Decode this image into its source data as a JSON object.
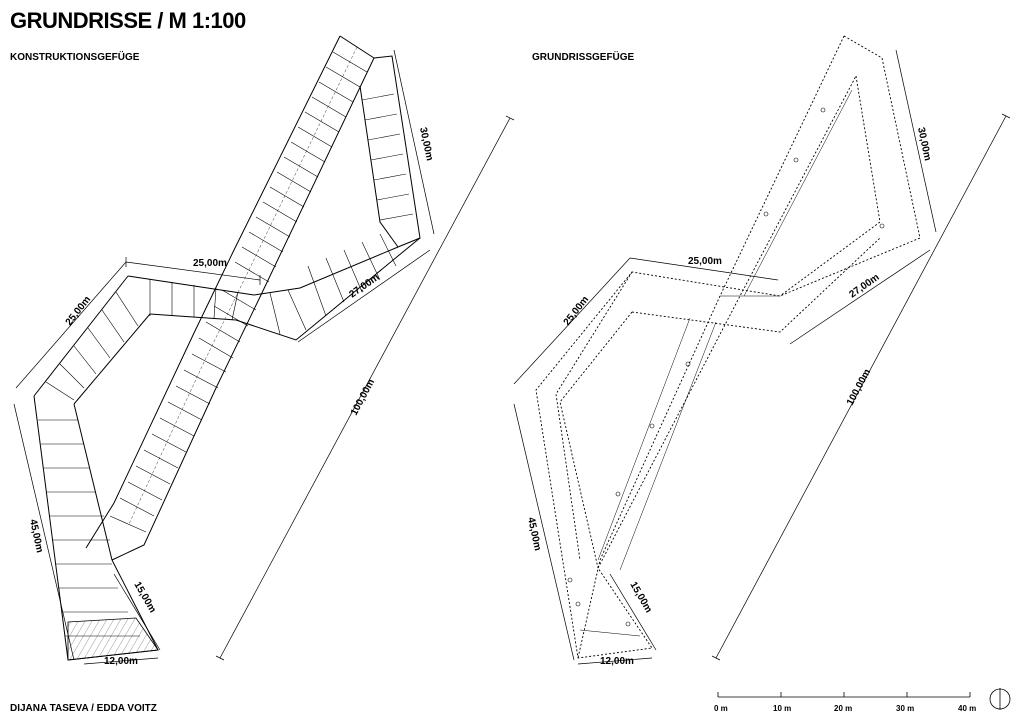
{
  "header": {
    "title": "GRUNDRISSE / M 1:100"
  },
  "left_plan": {
    "label": "KONSTRUKTIONSGEFÜGE",
    "dims": {
      "top": "25,00m",
      "upper_left": "25,00m",
      "upper_right": "30,00m",
      "right": "27,00m",
      "overall": "100,00m",
      "lower_left": "45,00m",
      "lower_right": "15,00m",
      "bottom": "12,00m"
    }
  },
  "right_plan": {
    "label": "GRUNDRISSGEFÜGE",
    "dims": {
      "top": "25,00m",
      "upper_left": "25,00m",
      "upper_right": "30,00m",
      "right": "27,00m",
      "overall": "100,00m",
      "lower_left": "45,00m",
      "lower_right": "15,00m",
      "bottom": "12,00m"
    }
  },
  "footer": {
    "authors": "DIJANA TASEVA / EDDA VOITZ",
    "scale_labels": [
      "0 m",
      "10 m",
      "20 m",
      "30 m",
      "40 m"
    ]
  }
}
